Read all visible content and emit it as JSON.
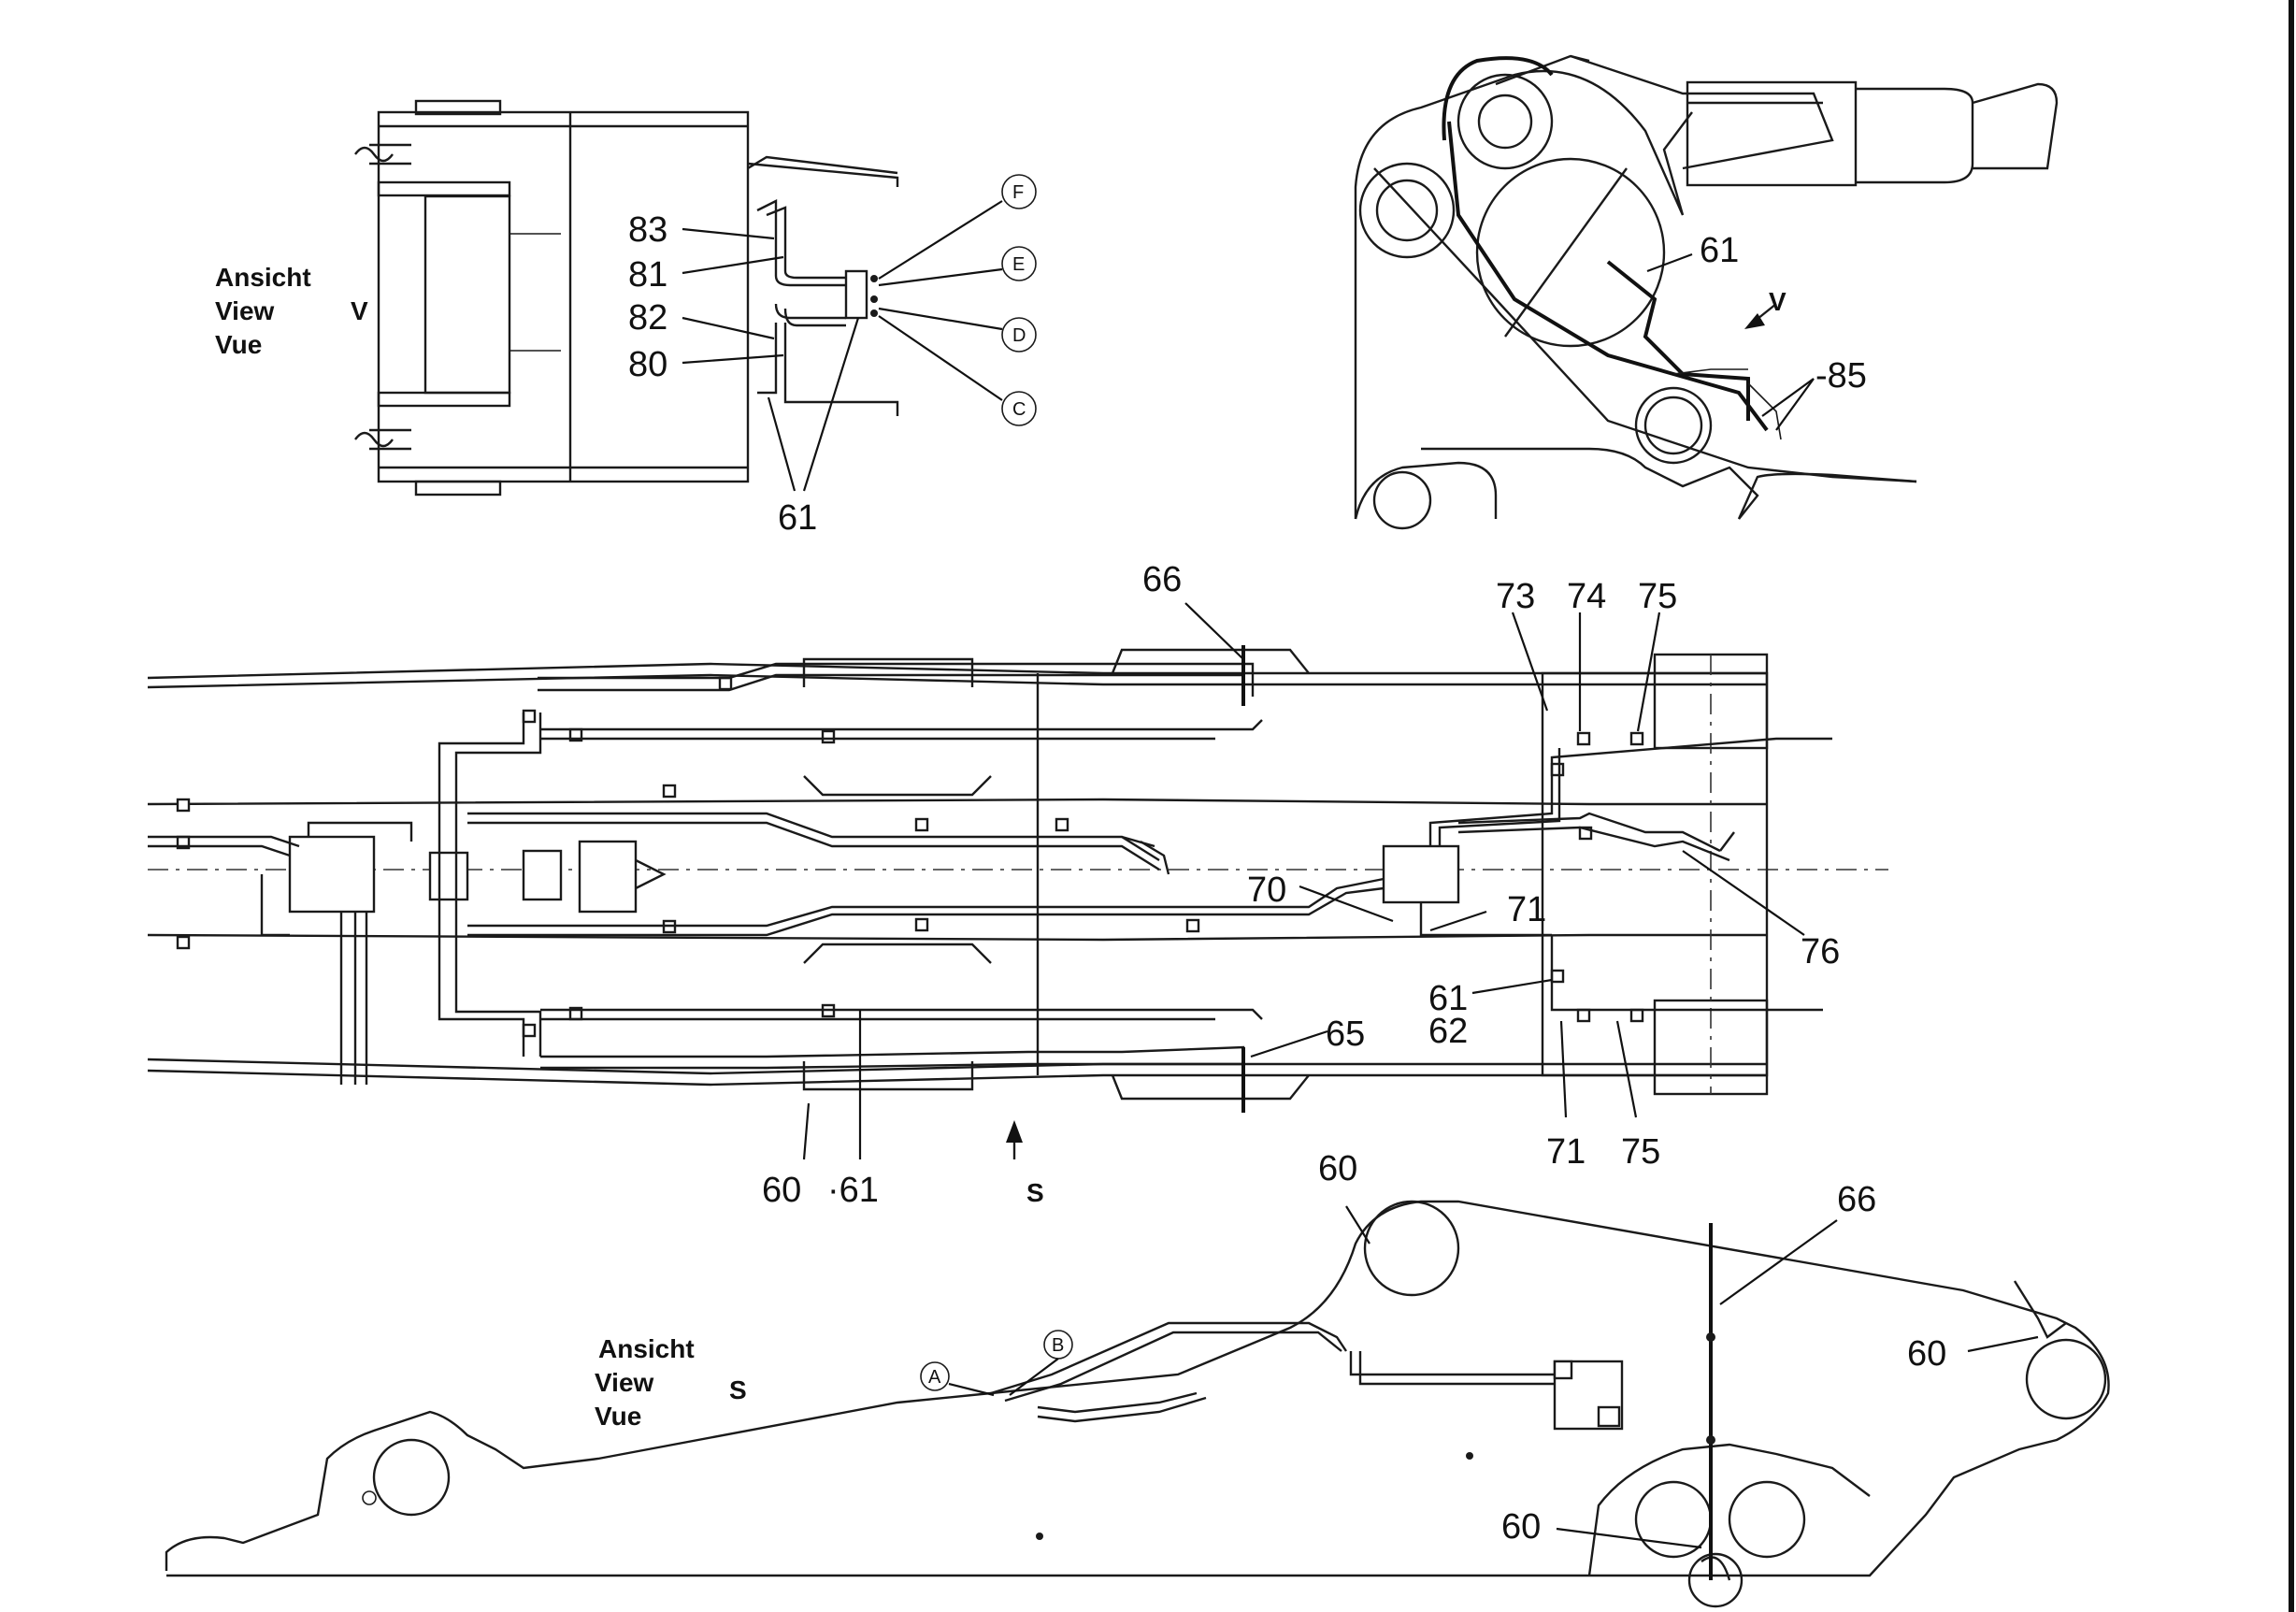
{
  "view_v": {
    "caption": [
      "Ansicht",
      "View",
      "Vue"
    ],
    "letter": "V",
    "callouts": [
      "83",
      "81",
      "82",
      "80",
      "61"
    ],
    "ports": [
      "F",
      "E",
      "D",
      "C"
    ]
  },
  "detail": {
    "callouts": [
      "61",
      "V",
      "-85"
    ]
  },
  "plan": {
    "callouts_top": [
      "66",
      "73",
      "74",
      "75"
    ],
    "callouts_right": [
      "70",
      "71",
      "76",
      "61",
      "62",
      "65"
    ],
    "callouts_bottom": [
      "60",
      "·61",
      "71",
      "75"
    ],
    "section_letter": "S"
  },
  "view_s": {
    "caption": [
      "Ansicht",
      "View",
      "Vue"
    ],
    "letter": "S",
    "callouts": [
      "60",
      "66",
      "60",
      "60"
    ],
    "ports": [
      "A",
      "B"
    ]
  },
  "icons": [
    "arrow-icon"
  ]
}
